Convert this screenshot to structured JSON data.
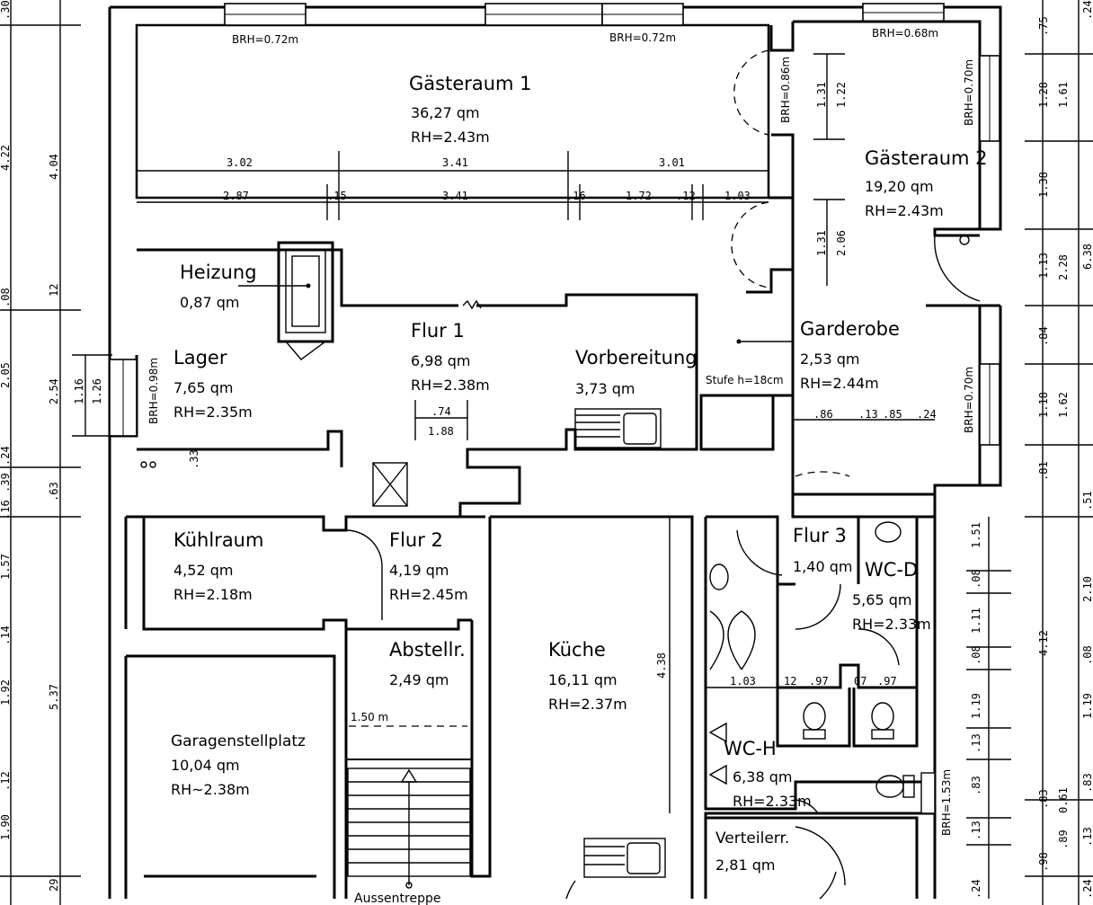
{
  "rooms": {
    "gaesteraum1": {
      "name": "Gästeraum 1",
      "area": "36,27 qm",
      "rh": "RH=2.43m"
    },
    "gaesteraum2": {
      "name": "Gästeraum 2",
      "area": "19,20 qm",
      "rh": "RH=2.43m"
    },
    "heizung": {
      "name": "Heizung",
      "area": "0,87 qm"
    },
    "lager": {
      "name": "Lager",
      "area": "7,65 qm",
      "rh": "RH=2.35m"
    },
    "flur1": {
      "name": "Flur 1",
      "area": "6,98 qm",
      "rh": "RH=2.38m"
    },
    "vorbereitung": {
      "name": "Vorbereitung",
      "area": "3,73 qm"
    },
    "garderobe": {
      "name": "Garderobe",
      "area": "2,53 qm",
      "rh": "RH=2.44m"
    },
    "kuehlraum": {
      "name": "Kühlraum",
      "area": "4,52 qm",
      "rh": "RH=2.18m"
    },
    "flur2": {
      "name": "Flur 2",
      "area": "4,19 qm",
      "rh": "RH=2.45m"
    },
    "flur3": {
      "name": "Flur 3",
      "area": "1,40 qm"
    },
    "wcd": {
      "name": "WC-D",
      "area": "5,65 qm",
      "rh": "RH=2.33m"
    },
    "abstellr": {
      "name": "Abstellr.",
      "area": "2,49 qm"
    },
    "kueche": {
      "name": "Küche",
      "area": "16,11 qm",
      "rh": "RH=2.37m"
    },
    "wch": {
      "name": "WC-H",
      "area": "6,38 qm",
      "rh": "RH=2.33m"
    },
    "garage": {
      "name": "Garagenstellplatz",
      "area": "10,04 qm",
      "rh": "RH~2.38m"
    },
    "verteilerr": {
      "name": "Verteilerr.",
      "area": "2,81 qm"
    }
  },
  "annotations": {
    "brh_top_left": "BRH=0.72m",
    "brh_top_mid": "BRH=0.72m",
    "brh_top_right": "BRH=0.68m",
    "brh_086": "BRH=0.86m",
    "brh_070_top": "BRH=0.70m",
    "brh_070_bottom": "BRH=0.70m",
    "brh_098": "BRH=0.98m",
    "brh_153": "BRH=1.53m",
    "stufe": "Stufe h=18cm",
    "aussentreppe": "Aussentreppe",
    "abstell_height": "1.50 m"
  },
  "dimensions": {
    "row1": [
      "3.02",
      "3.41",
      "3.01"
    ],
    "row2": [
      "2.87",
      ".15",
      "3.41",
      ".16",
      "1.72",
      ".12",
      "1.03"
    ],
    "flur1_a": ".74",
    "flur1_b": "1.88",
    "heizung_33": ".33",
    "g2_upper_a": "1.31",
    "g2_upper_b": "1.22",
    "g2_lower_a": "1.31",
    "g2_lower_b": "2.06",
    "garderobe_row": [
      ".86",
      ".13",
      ".85",
      ".24"
    ],
    "kueche_len": "4.38",
    "wc_row_a": "1.03",
    "wc_row_b": [
      "12",
      ".97"
    ],
    "wc_row_c": [
      "07",
      ".97"
    ],
    "left_outer": [
      ".30",
      "4.22",
      ".08",
      "2.05",
      ".24",
      ".39",
      ".16",
      "1.57",
      ".14",
      "1.92",
      ".12",
      "1.90"
    ],
    "left_inner": [
      "4.04",
      "12",
      "2.54",
      ".63",
      "5.37",
      "29"
    ],
    "left_window": [
      "1.16",
      "1.26"
    ],
    "right_outer": [
      ".24",
      "6.38",
      ".51",
      "2.10",
      ".08",
      "1.19",
      ".83",
      ".13",
      ".24"
    ],
    "right_inner": [
      ".75",
      "1.28",
      "1.38",
      "1.13",
      ".84",
      "1.18",
      ".81",
      "4.12",
      ".83",
      ".98"
    ],
    "right_inner2": [
      "1.61",
      "2.28",
      "1.62",
      "0.61",
      ".89"
    ],
    "right_wc": [
      "1.51",
      ".08",
      "1.11",
      ".08",
      "1.19",
      ".13",
      ".83",
      ".13",
      ".24"
    ]
  }
}
